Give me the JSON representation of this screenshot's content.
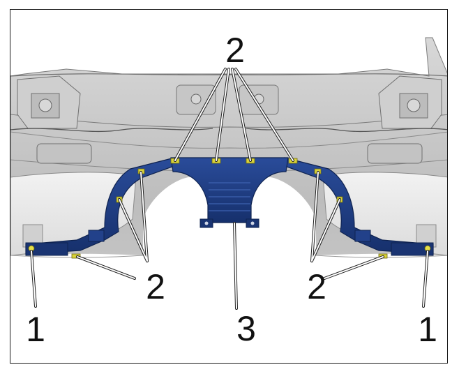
{
  "callouts": {
    "top_2": "2",
    "left_2": "2",
    "right_2": "2",
    "center_3": "3",
    "left_1": "1",
    "right_1": "1"
  },
  "colors": {
    "bracket_blue": "#1e3f8a",
    "bracket_dark": "#12285e",
    "clip_yellow": "#d8d23a",
    "body_gray": "#b9b9b9",
    "body_light": "#e6e6e6",
    "leader": "#ffffff"
  }
}
